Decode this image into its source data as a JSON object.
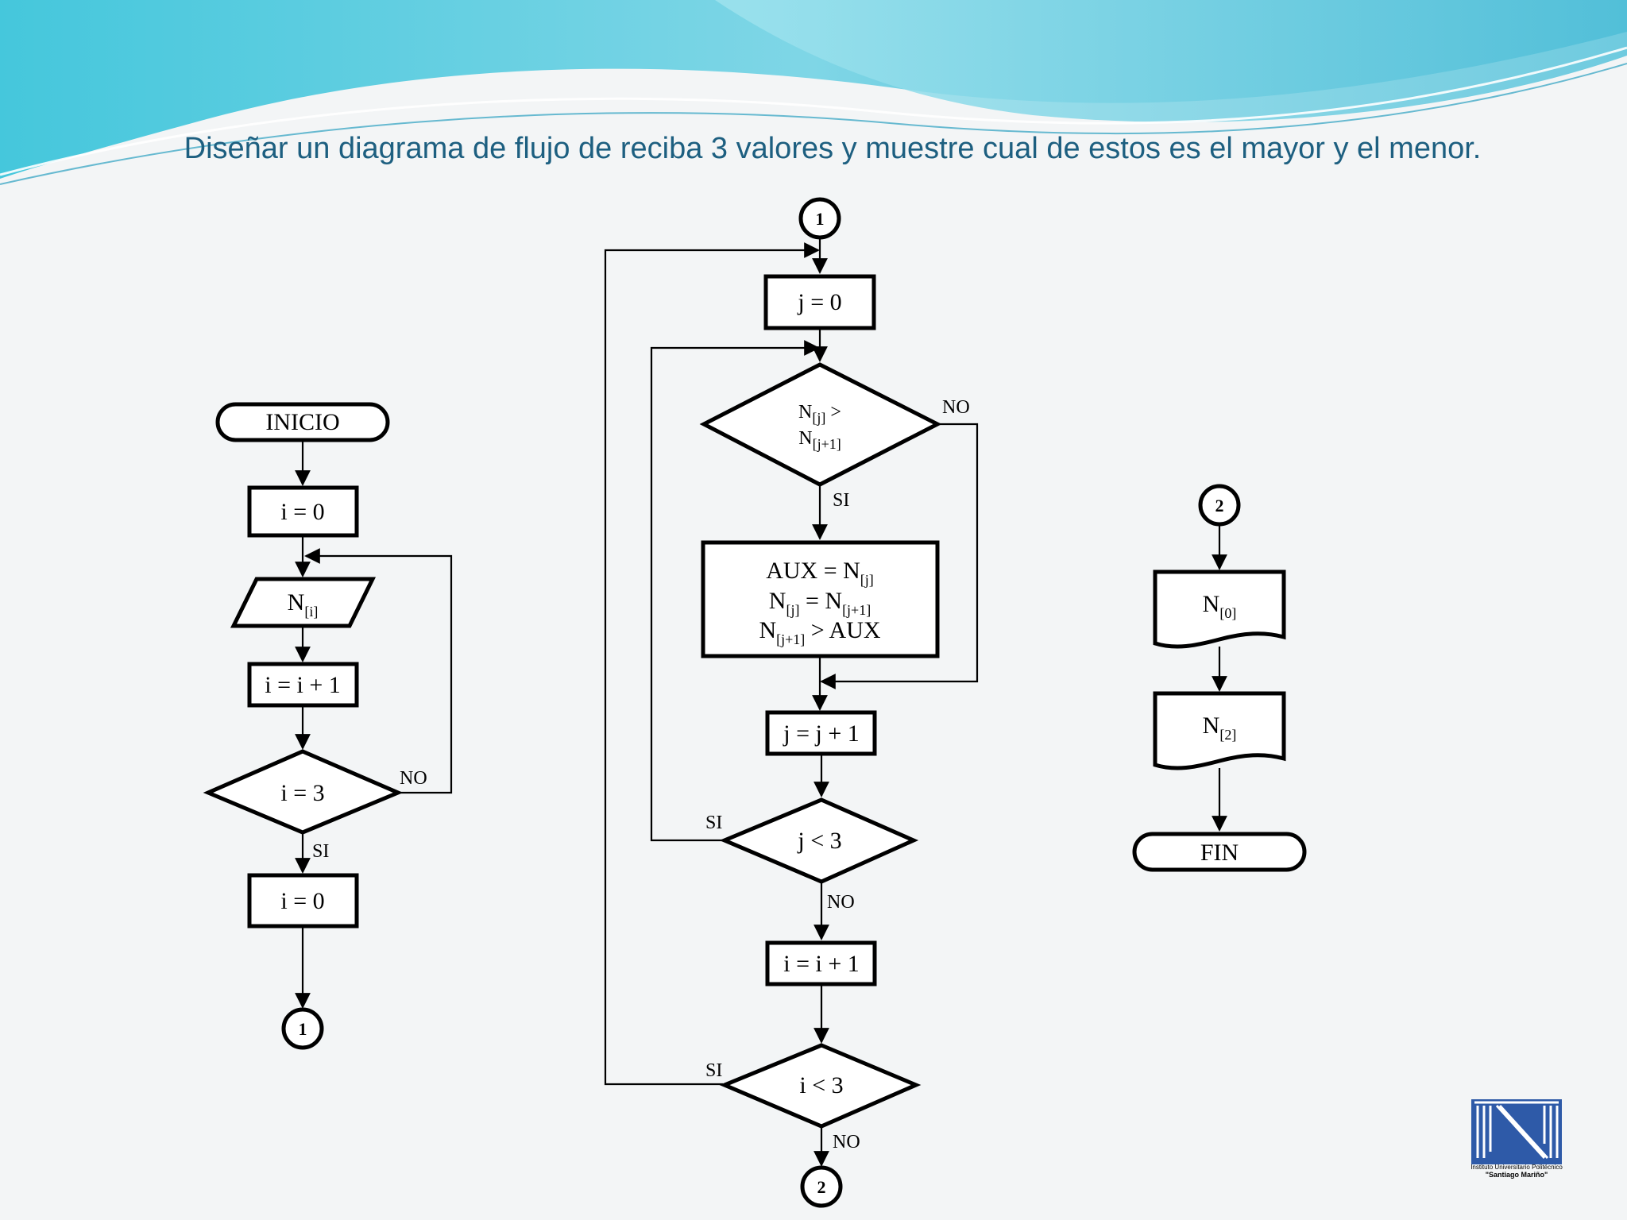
{
  "title": "Diseñar un diagrama de flujo de reciba 3 valores y muestre cual de estos es el mayor y el menor.",
  "colors": {
    "title": "#1d5f80",
    "wave_dark": "#2fa9c9",
    "wave_light": "#7fd6e6",
    "background": "#f3f5f6"
  },
  "flow_left": {
    "start": "INICIO",
    "init_i": "i = 0",
    "input_base": "N",
    "input_index": "[i]",
    "increment_i": "i = i + 1",
    "decision": "i = 3",
    "no_label": "NO",
    "yes_label": "SI",
    "reset_i": "i = 0",
    "connector_out": "1"
  },
  "flow_middle": {
    "connector_in": "1",
    "init_j": "j = 0",
    "compare_line1_base": "N",
    "compare_line1_index": "[j]",
    "compare_line1_op": " >",
    "compare_line2_base": "N",
    "compare_line2_index": "[j+1]",
    "compare_no": "NO",
    "compare_yes": "SI",
    "swap_l1_a": "AUX = N",
    "swap_l1_ai": "[j]",
    "swap_l2_a": "N",
    "swap_l2_ai": "[j]",
    "swap_l2_b": " = N",
    "swap_l2_bi": "[j+1]",
    "swap_l3_a": "N",
    "swap_l3_ai": "[j+1]",
    "swap_l3_b": " > AUX",
    "increment_j": "j = j + 1",
    "decision_j": "j < 3",
    "decision_j_yes": "SI",
    "decision_j_no": "NO",
    "increment_i": "i = i + 1",
    "decision_i": "i < 3",
    "decision_i_yes": "SI",
    "decision_i_no": "NO",
    "connector_out": "2"
  },
  "flow_right": {
    "connector_in": "2",
    "output1_base": "N",
    "output1_index": "[0]",
    "output2_base": "N",
    "output2_index": "[2]",
    "end": "FIN"
  },
  "logo": {
    "caption_line1": "Instituto Universitario Politécnico",
    "caption_line2": "\"Santiago Mariño\""
  }
}
